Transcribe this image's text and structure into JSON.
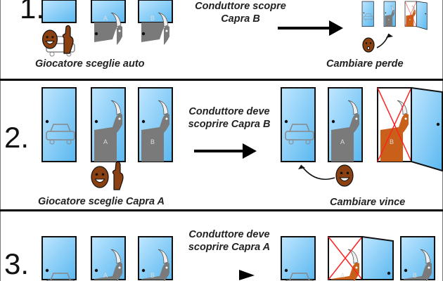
{
  "colors": {
    "door": "#5ab8f0",
    "door_light": "#bfe6ff",
    "frame": "#111",
    "goat_gray": "#7a7a7a",
    "goat_orange": "#c8601a",
    "cross": "#ff2020",
    "face": "#8a4010"
  },
  "rows": [
    {
      "number": "1.",
      "host_text": [
        "Conduttore scopre",
        "Capra B"
      ],
      "player_text": "Giocatore sceglie auto",
      "result_text": "Cambiare perde",
      "doors_left": [
        {
          "content": "car",
          "label": ""
        },
        {
          "content": "goat",
          "label": "A"
        },
        {
          "content": "goat",
          "label": "B"
        }
      ],
      "doors_right": [
        {
          "content": "car",
          "label": ""
        },
        {
          "content": "goat",
          "label": "A"
        },
        {
          "content": "goat-revealed",
          "label": "B"
        }
      ]
    },
    {
      "number": "2.",
      "host_text": [
        "Conduttore deve",
        "scoprire Capra B"
      ],
      "player_text": "Giocatore sceglie Capra A",
      "result_text": "Cambiare vince",
      "doors_left": [
        {
          "content": "car",
          "label": ""
        },
        {
          "content": "goat",
          "label": "A"
        },
        {
          "content": "goat",
          "label": "B"
        }
      ],
      "doors_right": [
        {
          "content": "car",
          "label": ""
        },
        {
          "content": "goat",
          "label": "A"
        },
        {
          "content": "goat-revealed",
          "label": "B"
        }
      ]
    },
    {
      "number": "3.",
      "host_text": [
        "Conduttore deve",
        "scoprire Capra A"
      ],
      "doors_left": [
        {
          "content": "car",
          "label": ""
        },
        {
          "content": "goat",
          "label": "A"
        },
        {
          "content": "goat",
          "label": "B"
        }
      ],
      "doors_right": [
        {
          "content": "car",
          "label": ""
        },
        {
          "content": "goat-revealed",
          "label": "A"
        },
        {
          "content": "goat",
          "label": "B"
        }
      ]
    }
  ]
}
